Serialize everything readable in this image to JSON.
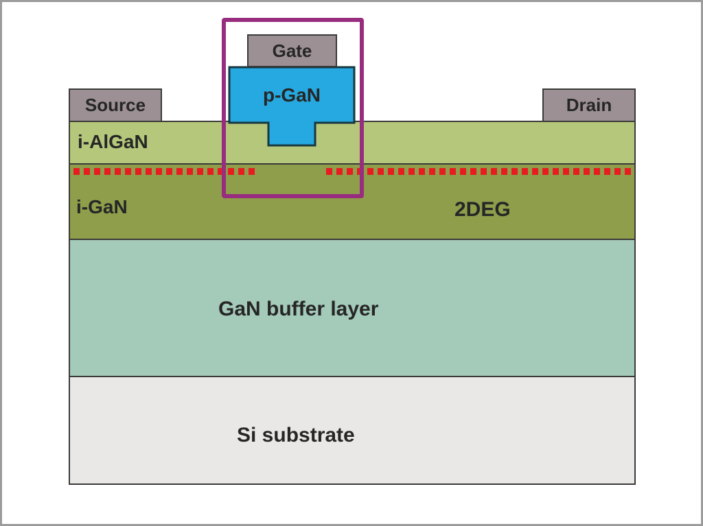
{
  "figure": {
    "contacts": {
      "source": "Source",
      "gate": "Gate",
      "drain": "Drain"
    },
    "layers": {
      "p_gan": "p-GaN",
      "i_algan": "i-AlGaN",
      "i_gan": "i-GaN",
      "gan_buffer": "GaN buffer layer",
      "si_substrate": "Si substrate"
    },
    "annotations": {
      "two_deg": "2DEG"
    },
    "colors": {
      "contact_fill": "#9c9095",
      "p_gan_fill": "#25a9e0",
      "p_gan_border": "#173740",
      "i_algan_fill": "#b5c77b",
      "i_gan_fill": "#8e9e4b",
      "gan_buffer_fill": "#a4cab9",
      "si_substrate_fill": "#e9e8e6",
      "gate_outline": "#982d80",
      "two_deg_dot": "#e81c20",
      "region_border": "#3a3a38",
      "label_text": "#262626",
      "frame_border": "#9b9b9b"
    }
  }
}
